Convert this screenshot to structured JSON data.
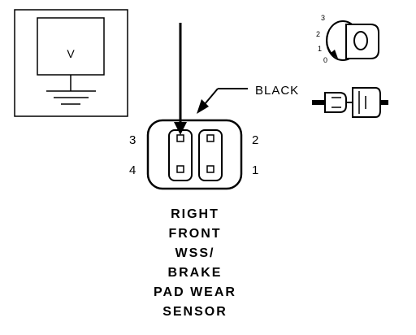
{
  "voltmeter": {
    "symbol": "V"
  },
  "connector": {
    "wire_color": "BLACK",
    "pins": [
      "1",
      "2",
      "3",
      "4"
    ]
  },
  "component_title": [
    "RIGHT",
    "FRONT",
    "WSS/",
    "BRAKE",
    "PAD WEAR",
    "SENSOR"
  ],
  "ignition_key": {
    "positions": [
      "3",
      "2",
      "1",
      "0"
    ]
  },
  "icons": {
    "meter": "voltmeter-icon",
    "key": "ignition-key-icon",
    "connector": "disconnected-connector-icon",
    "ground": "ground-symbol-icon"
  }
}
